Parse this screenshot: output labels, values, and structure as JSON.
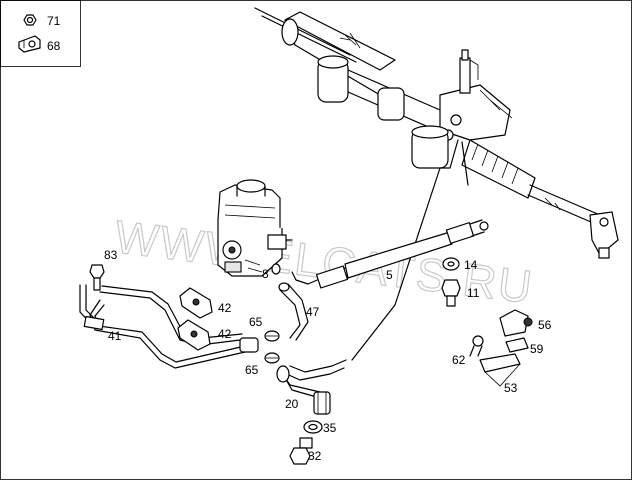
{
  "watermark": "WWW.ELCATS.RU",
  "legend": [
    {
      "number": "71",
      "icon": "nut-icon"
    },
    {
      "number": "68",
      "icon": "clip-nut-icon"
    }
  ],
  "callouts": {
    "c83": "83",
    "c41": "41",
    "c8": "8",
    "c42a": "42",
    "c42b": "42",
    "c65a": "65",
    "c65b": "65",
    "c47": "47",
    "c5": "5",
    "c14": "14",
    "c11": "11",
    "c20": "20",
    "c35": "35",
    "c32": "32",
    "c56": "56",
    "c59": "59",
    "c62": "62",
    "c53": "53"
  }
}
